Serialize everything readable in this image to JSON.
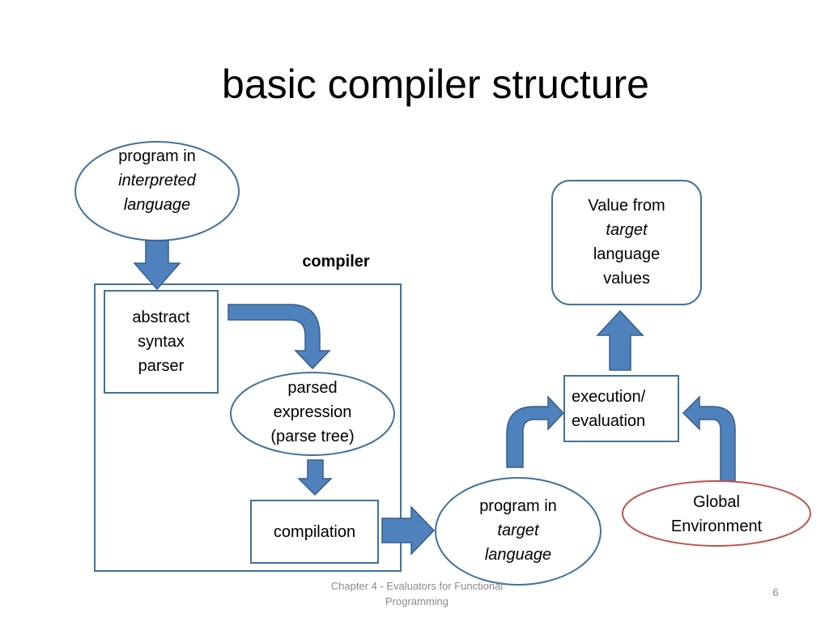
{
  "slide": {
    "title": "basic compiler structure",
    "compiler_label": "compiler",
    "nodes": {
      "program_interpreted": {
        "line1": "program in",
        "line2": "interpreted",
        "line3": "language"
      },
      "abstract_syntax_parser": {
        "line1": "abstract",
        "line2": "syntax",
        "line3": "parser"
      },
      "parsed_expression": {
        "line1": "parsed",
        "line2": "expression",
        "line3": "(parse tree)"
      },
      "compilation": {
        "line1": "compilation"
      },
      "program_target": {
        "line1": "program in",
        "line2": "target",
        "line3": "language"
      },
      "execution_evaluation": {
        "line1": "execution/",
        "line2": "evaluation"
      },
      "value_from_target": {
        "line1": "Value from",
        "line2": "target",
        "line3": "language",
        "line4": "values"
      },
      "global_environment": {
        "line1": "Global",
        "line2": "Environment"
      }
    },
    "footer": {
      "line1": "Chapter 4 - Evaluators for Functional",
      "line2": "Programming",
      "page_number": "6"
    },
    "colors": {
      "shape_border": "#41719c",
      "arrow_fill": "#4f81bd",
      "arrow_stroke": "#385d8a",
      "global_env_border": "#c0504d"
    }
  }
}
